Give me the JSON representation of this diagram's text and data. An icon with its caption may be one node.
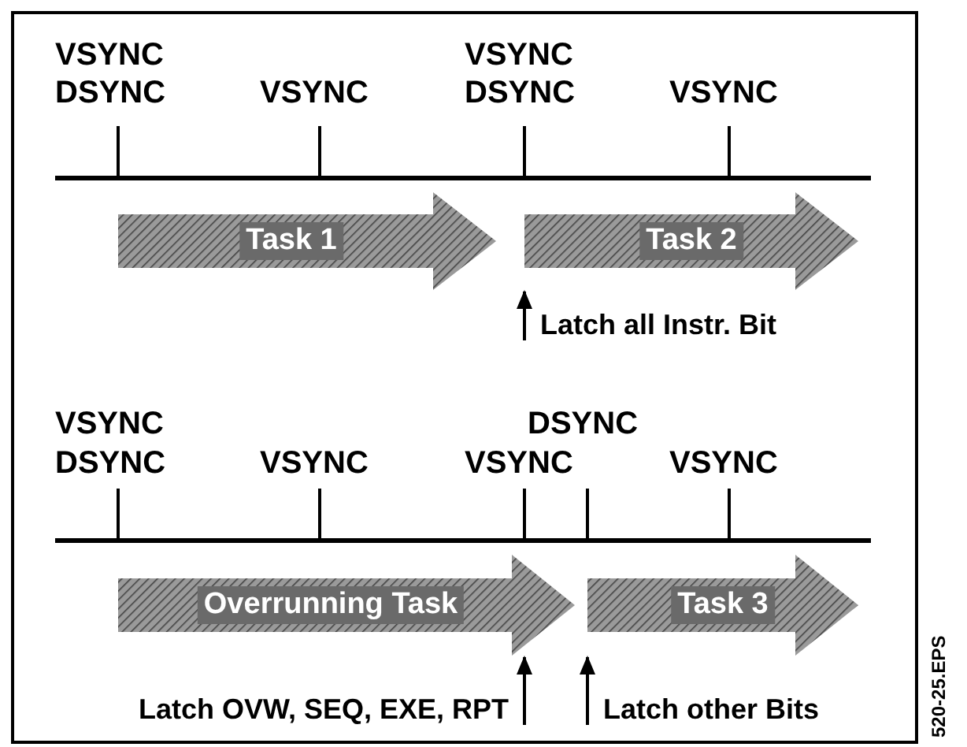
{
  "diagram": {
    "nodes": [
      {
        "text": [
          "Task 1"
        ]
      },
      {
        "text": [
          "Task 2"
        ]
      },
      {
        "text": [
          "Latch all Instr. Bit"
        ]
      },
      {
        "text": [
          "Overrunning Task"
        ]
      },
      {
        "text": [
          "Task 3"
        ]
      },
      {
        "text": [
          "Latch OVW, SEQ, EXE, RPT"
        ]
      },
      {
        "text": [
          "Latch other Bits"
        ]
      }
    ],
    "edges": [
      {
        "from": 2,
        "to": 1,
        "arrow": "to"
      },
      {
        "from": 5,
        "to": 3,
        "arrow": "to"
      },
      {
        "from": 6,
        "to": 4,
        "arrow": "to"
      }
    ],
    "labels": [
      "VSYNC",
      "DSYNC",
      "VSYNC",
      "VSYNC",
      "DSYNC",
      "VSYNC",
      "VSYNC",
      "DSYNC",
      "VSYNC",
      "DSYNC",
      "VSYNC",
      "VSYNC",
      "520-25.EPS"
    ]
  }
}
